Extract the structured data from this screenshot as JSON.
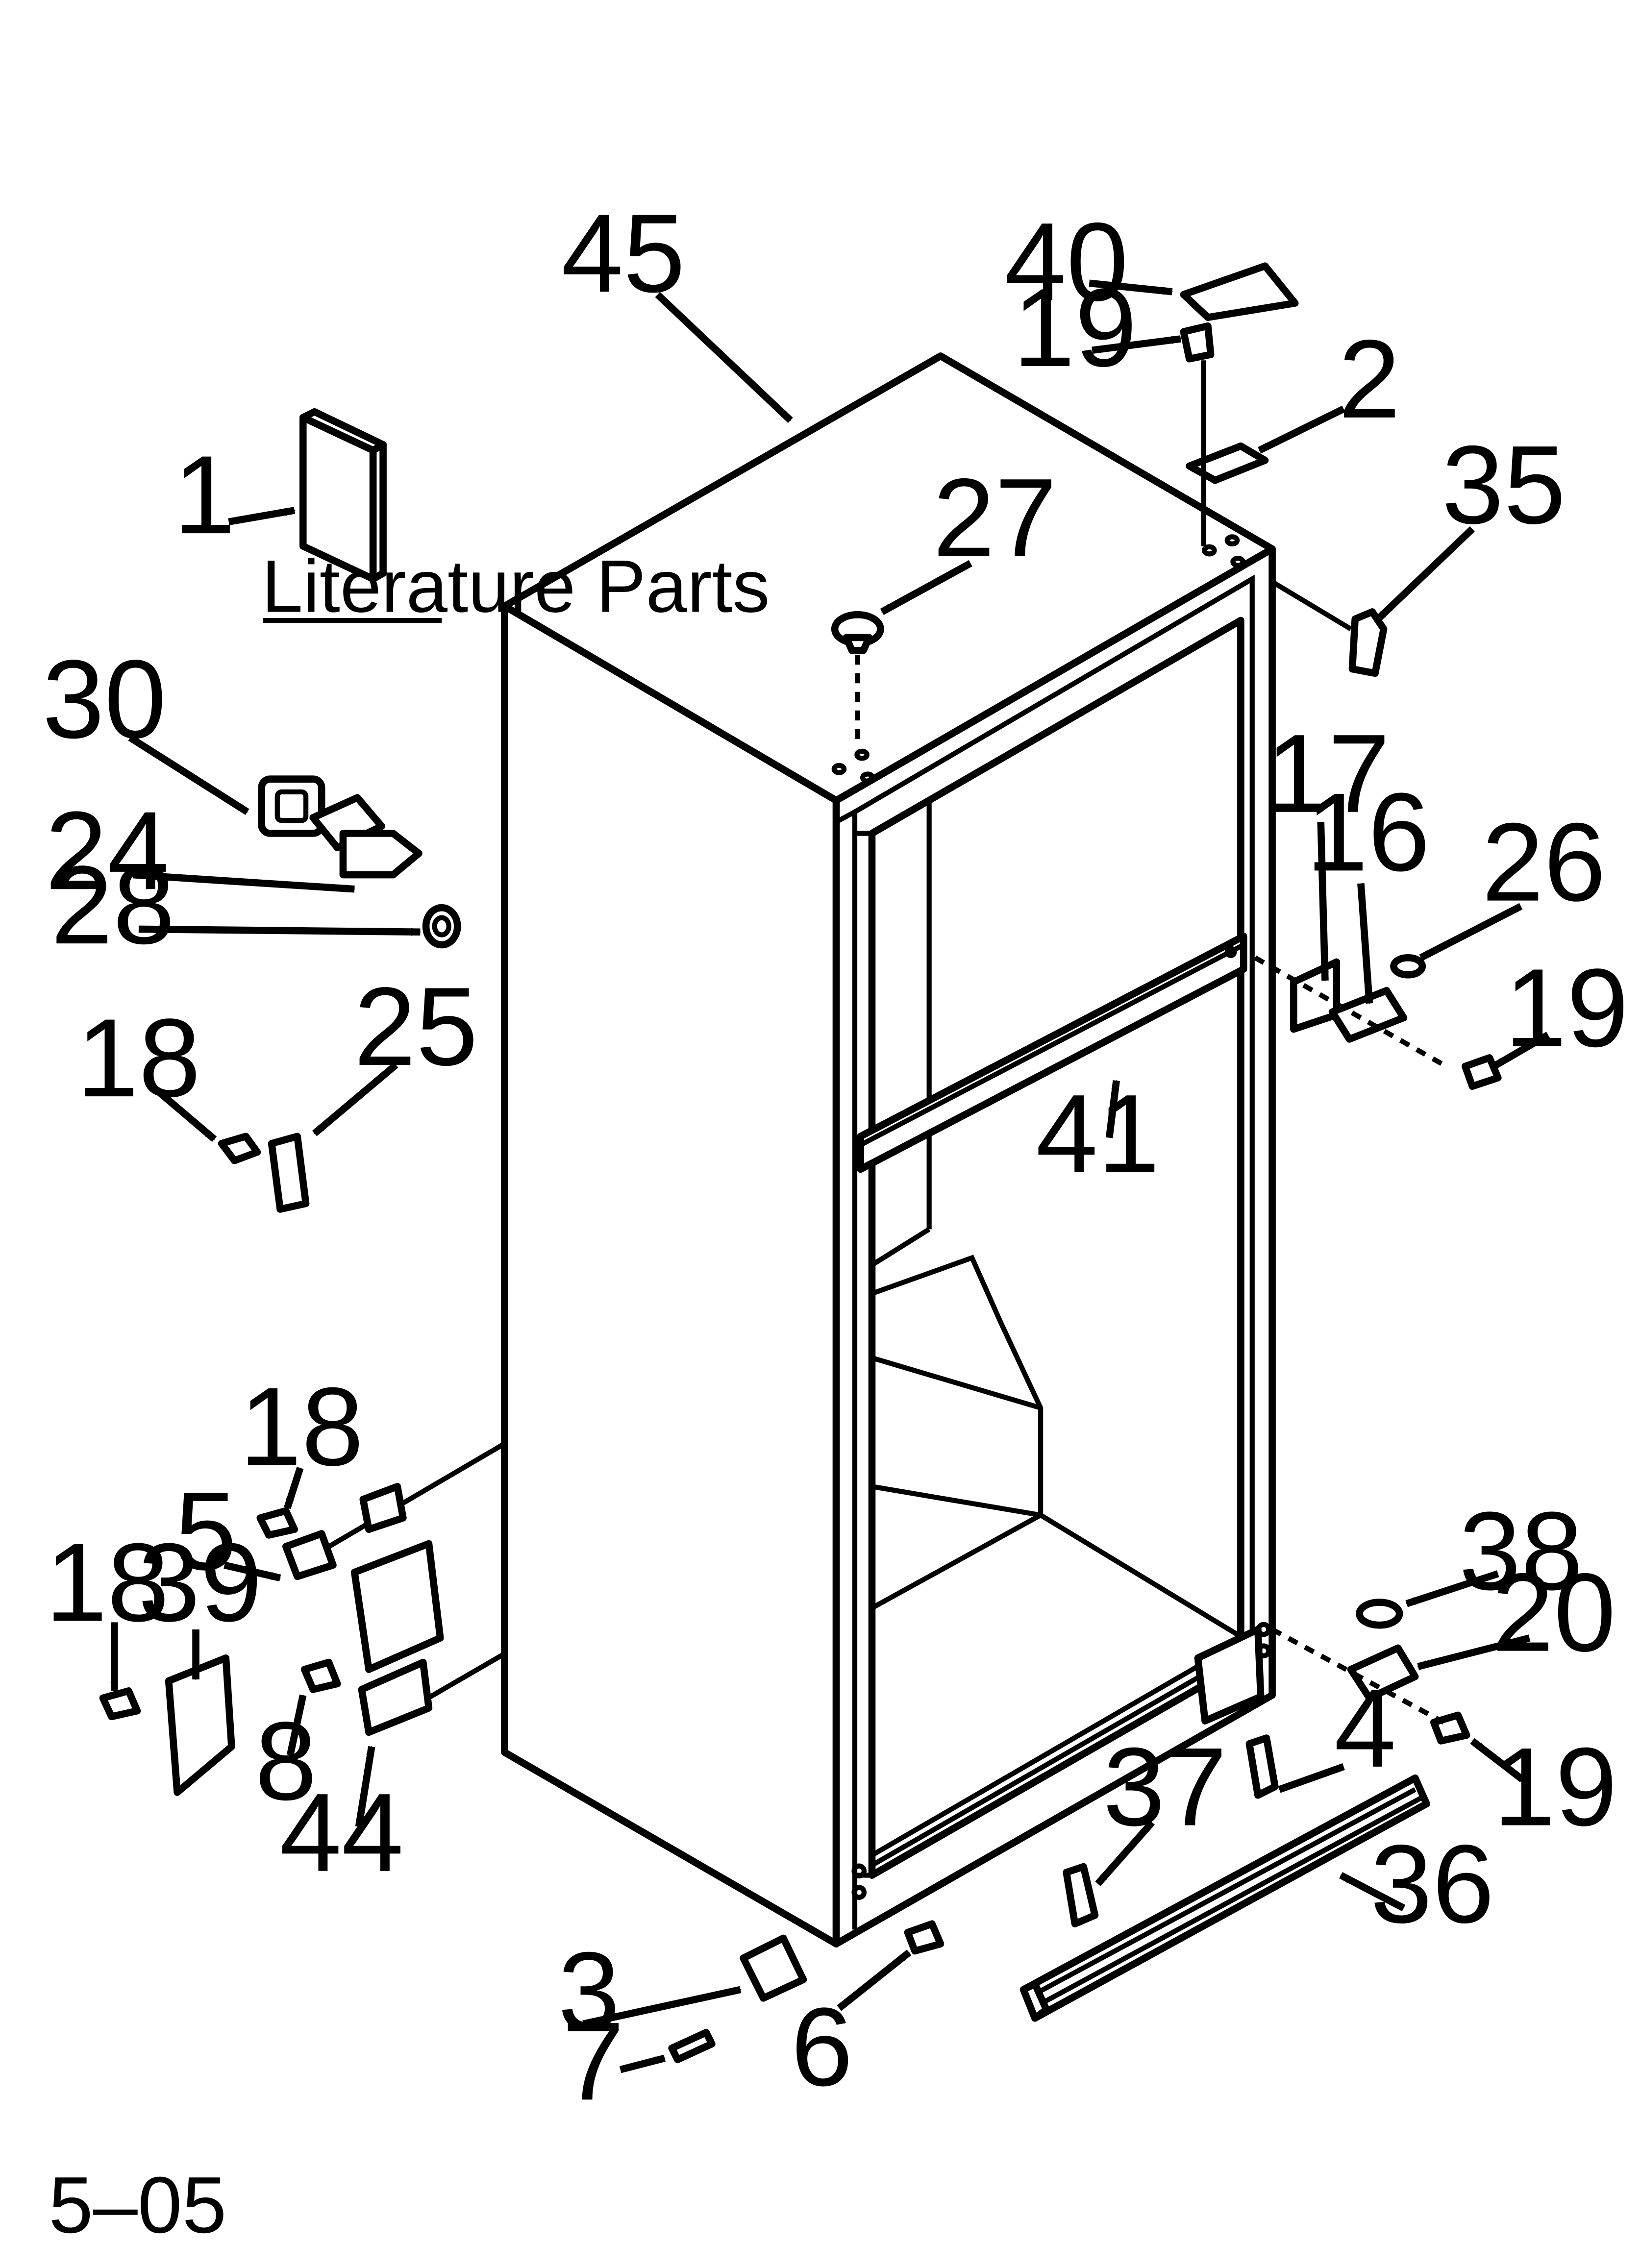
{
  "diagram": {
    "literature_caption": "Literature Parts",
    "footer_code": "5–05",
    "callouts": [
      "45",
      "40",
      "19",
      "2",
      "35",
      "27",
      "1",
      "30",
      "24",
      "28",
      "17",
      "16",
      "26",
      "19",
      "41",
      "18",
      "25",
      "18",
      "5",
      "18",
      "39",
      "8",
      "44",
      "38",
      "20",
      "4",
      "19",
      "37",
      "36",
      "3",
      "7",
      "6"
    ]
  }
}
